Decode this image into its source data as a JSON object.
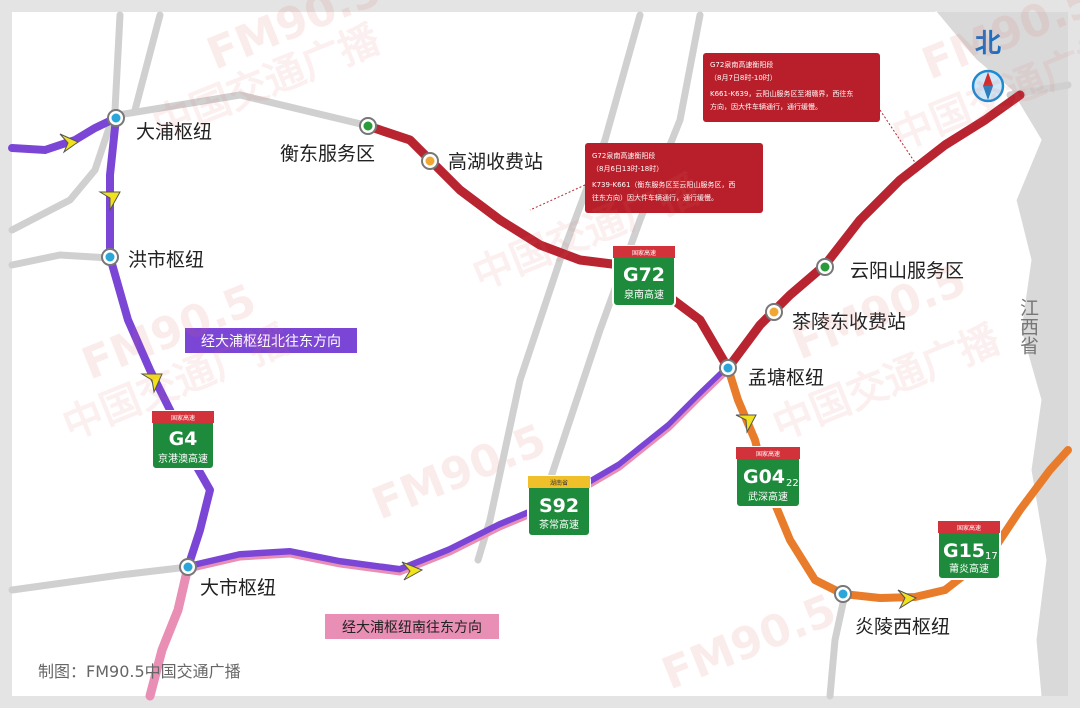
{
  "compass": {
    "label": "北"
  },
  "province_label": "江西省",
  "nodes": {
    "dapu": "大浦枢纽",
    "hongshi": "洪市枢纽",
    "dashi": "大市枢纽",
    "mengtang": "孟塘枢纽",
    "yanling_west": "炎陵西枢纽",
    "hengdong_service": "衡东服务区",
    "gaohu_toll": "高湖收费站",
    "yunyangshan_service": "云阳山服务区",
    "chaling_east_toll": "茶陵东收费站"
  },
  "shields": {
    "g72": {
      "top": "国家高速",
      "code": "G72",
      "sub": "泉南高速"
    },
    "g4": {
      "top": "国家高速",
      "code": "G4",
      "sub": "京港澳高速"
    },
    "g0422": {
      "top": "国家高速",
      "code": "G04",
      "code_sub": "22",
      "sub": "武深高速"
    },
    "s92": {
      "top": "湖南省",
      "code": "S92",
      "sub": "茶常高速"
    },
    "g1517": {
      "top": "国家高速",
      "code": "G15",
      "code_sub": "17",
      "sub": "莆炎高速"
    }
  },
  "route_labels": {
    "north": "经大浦枢纽北往东方向",
    "south": "经大浦枢纽南往东方向"
  },
  "notes": {
    "note1": {
      "line1": "G72泉南高速衡阳段",
      "line2": "（8月6日13时-18时）",
      "line3": "K739-K661（衡东服务区至云阳山服务区，西",
      "line4": "往东方向）因大件车辆通行，通行缓慢。"
    },
    "note2": {
      "line1": "G72泉南高速衡阳段",
      "line2": "（8月7日8时-10时）",
      "line3": "K661-K639，云阳山服务区至湘赣界，西往东",
      "line4": "方向，因大件车辆通行，通行缓慢。"
    }
  },
  "credit": "制图：FM90.5中国交通广播",
  "watermarks": {
    "brand": "FM90.5",
    "name": "中国交通广播"
  },
  "colors": {
    "g72_route": "#b8242f",
    "purple_route": "#7b45d6",
    "orange_route": "#e87c2a",
    "pink_route": "#e98eb4",
    "shield_green": "#1e8a3c",
    "province_gray": "#d9d9d9",
    "note_red": "#b81f2a"
  }
}
